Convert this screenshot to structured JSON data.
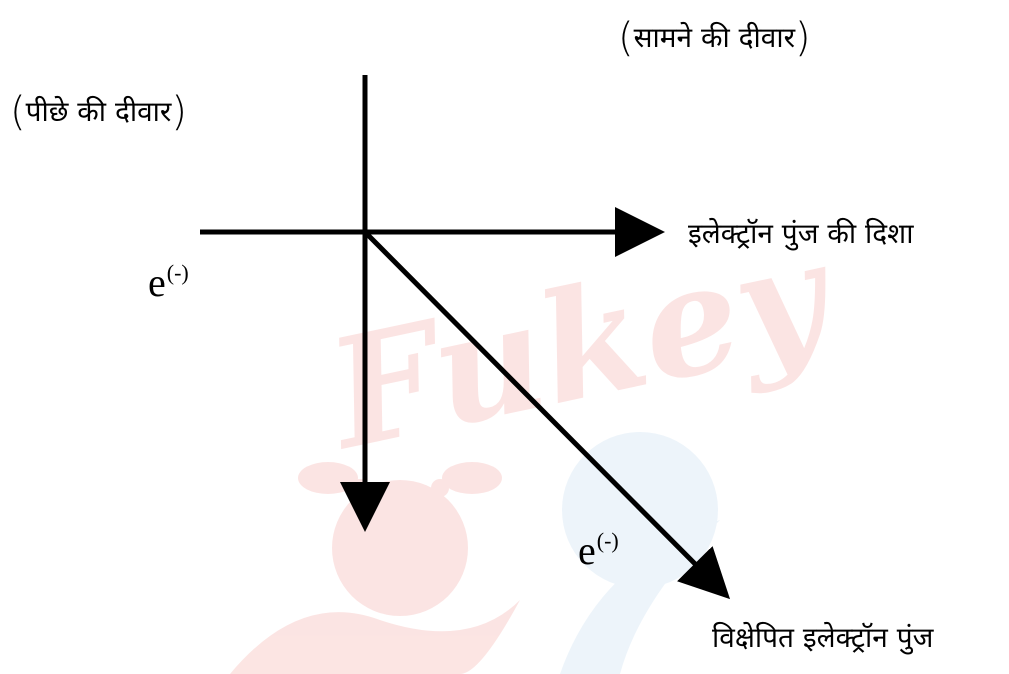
{
  "diagram": {
    "front_wall": "सामने की दीवार",
    "back_wall": "पीछे की दीवार",
    "beam_direction": "इलेक्ट्रॉन पुंज की दिशा",
    "deflected_beam": "विक्षेपित  इलेक्ट्रॉन पुंज",
    "electron_label": {
      "base": "e",
      "charge": "(-)"
    },
    "watermark": {
      "text": "Fukey",
      "color": "#f3a09c",
      "secondary_color": "#bfd9ef"
    },
    "colors": {
      "line": "#000000",
      "background": "#ffffff"
    }
  }
}
